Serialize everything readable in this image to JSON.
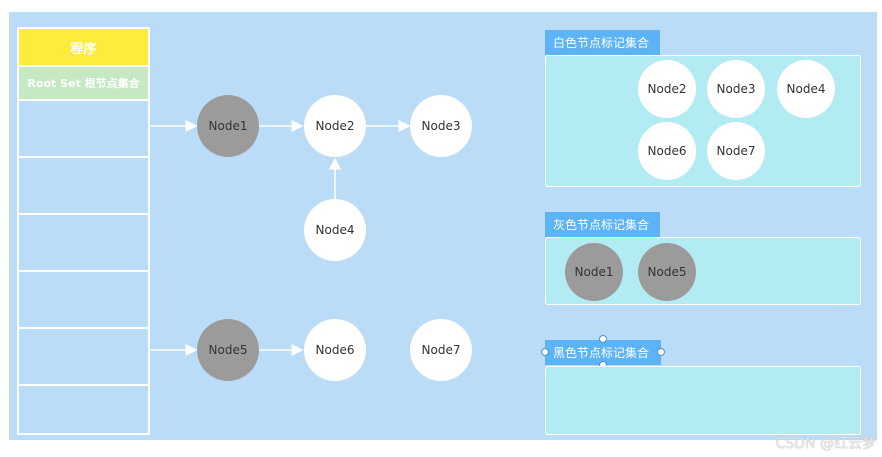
{
  "program": {
    "title": "程序",
    "root_set": "Root Set 根节点集合"
  },
  "graph": {
    "nodes": [
      {
        "id": "node1",
        "label": "Node1",
        "color": "gray"
      },
      {
        "id": "node2",
        "label": "Node2",
        "color": "white"
      },
      {
        "id": "node3",
        "label": "Node3",
        "color": "white"
      },
      {
        "id": "node4",
        "label": "Node4",
        "color": "white"
      },
      {
        "id": "node5",
        "label": "Node5",
        "color": "gray"
      },
      {
        "id": "node6",
        "label": "Node6",
        "color": "white"
      },
      {
        "id": "node7",
        "label": "Node7",
        "color": "white"
      }
    ],
    "edges": [
      {
        "from": "program",
        "to": "node1"
      },
      {
        "from": "node1",
        "to": "node2"
      },
      {
        "from": "node2",
        "to": "node3"
      },
      {
        "from": "node4",
        "to": "node2"
      },
      {
        "from": "program",
        "to": "node5"
      },
      {
        "from": "node5",
        "to": "node6"
      }
    ]
  },
  "sets": {
    "white": {
      "label": "白色节点标记集合",
      "items": [
        "Node2",
        "Node3",
        "Node4",
        "Node6",
        "Node7"
      ]
    },
    "gray": {
      "label": "灰色节点标记集合",
      "items": [
        "Node1",
        "Node5"
      ]
    },
    "black": {
      "label": "黑色节点标记集合",
      "items": []
    }
  },
  "watermark": "CSDN @红云梦",
  "colors": {
    "canvas": "#bbdcf7",
    "header_yellow": "#ffeb3b",
    "rootset_green": "#c6e8c5",
    "tag_blue": "#5cb3f5",
    "panel_cyan": "#b2ebf2",
    "node_gray": "#9b9b9b",
    "node_white": "#ffffff"
  }
}
